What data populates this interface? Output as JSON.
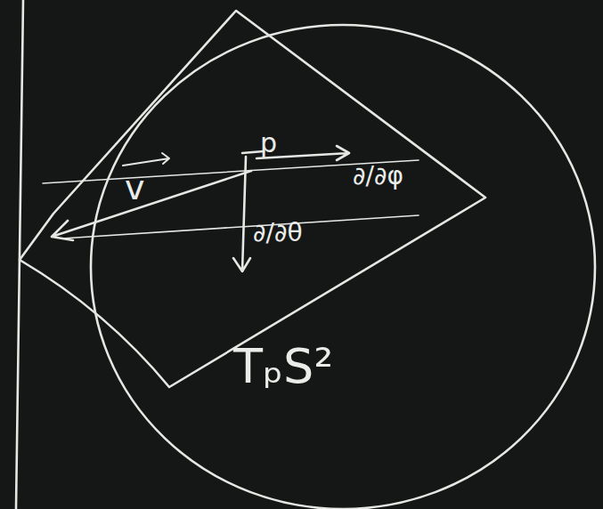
{
  "diagram": {
    "labels": [
      "v",
      "p",
      "∂/∂φ",
      "∂/∂θ",
      "TₚS²"
    ]
  }
}
